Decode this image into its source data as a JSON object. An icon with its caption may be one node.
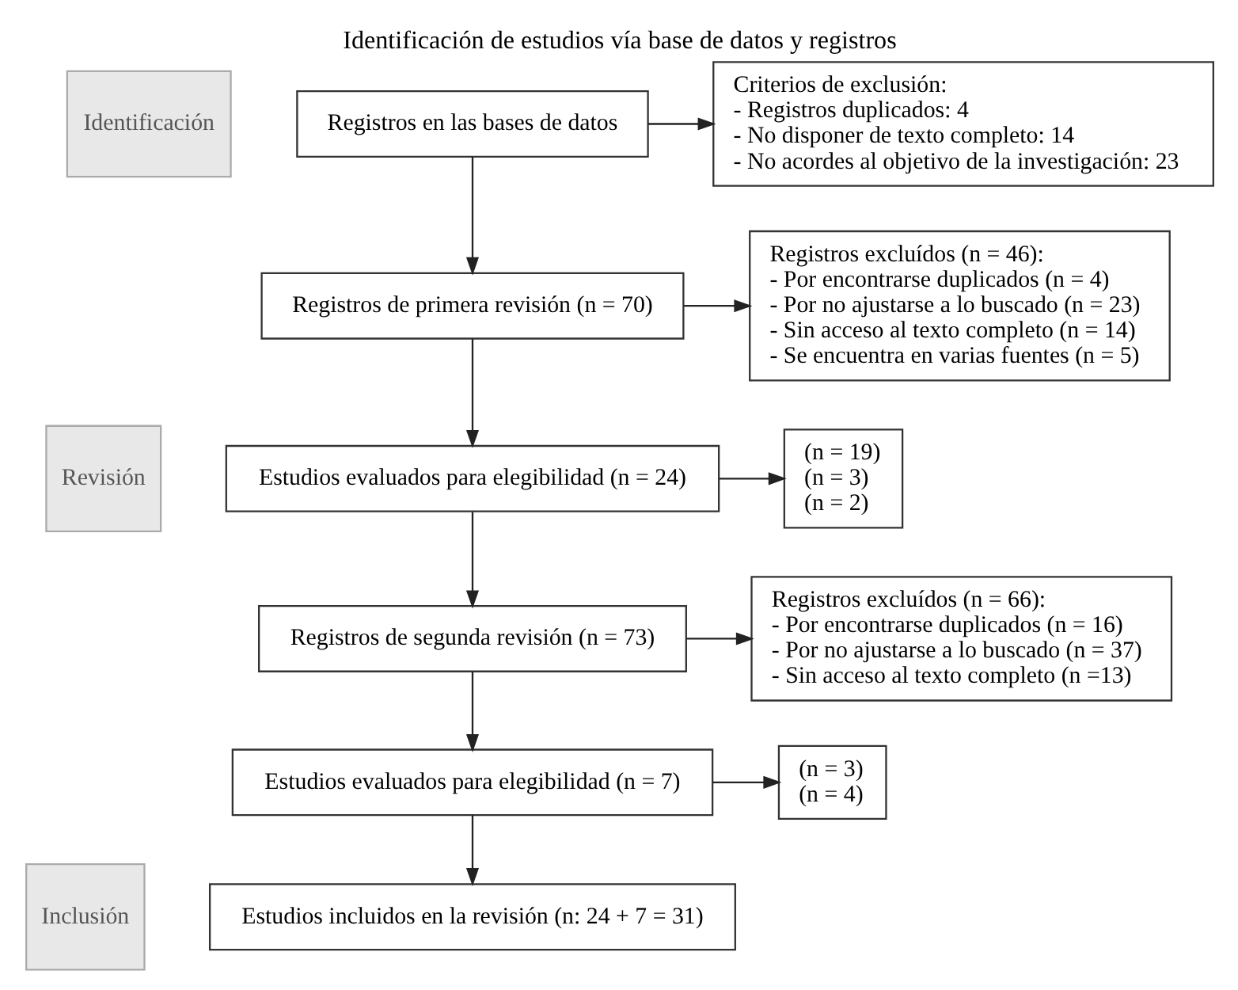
{
  "diagram": {
    "title": "Identificación de estudios vía base de datos y registros",
    "nodes": [
      {
        "text": [
          "Identificación"
        ]
      },
      {
        "text": [
          "Revisión"
        ]
      },
      {
        "text": [
          "Inclusión"
        ]
      },
      {
        "text": [
          "Registros en las bases de datos"
        ]
      },
      {
        "text": [
          "Criterios de exclusión:",
          "- Registros duplicados: 4",
          "- No disponer de texto completo: 14",
          "- No acordes al objetivo de la investigación: 23"
        ]
      },
      {
        "text": [
          "Registros de primera revisión (n = 70)"
        ]
      },
      {
        "text": [
          "Registros excluídos (n = 46):",
          "- Por encontrarse duplicados (n = 4)",
          "- Por no ajustarse a lo buscado (n = 23)",
          "- Sin acceso al texto completo (n = 14)",
          "- Se encuentra en varias fuentes (n = 5)"
        ]
      },
      {
        "text": [
          "Estudios evaluados para elegibilidad (n = 24)"
        ]
      },
      {
        "text": [
          "(n = 19)",
          "(n = 3)",
          "(n = 2)"
        ]
      },
      {
        "text": [
          "Registros de segunda revisión (n = 73)"
        ]
      },
      {
        "text": [
          "Registros excluídos (n = 66):",
          "- Por encontrarse duplicados (n = 16)",
          "- Por no ajustarse a lo buscado (n = 37)",
          "- Sin acceso al texto completo (n =13)"
        ]
      },
      {
        "text": [
          "Estudios evaluados para elegibilidad (n = 7)"
        ]
      },
      {
        "text": [
          "(n = 3)",
          "(n = 4)"
        ]
      },
      {
        "text": [
          "Estudios incluidos en la revisión (n: 24 + 7 = 31)"
        ]
      }
    ],
    "edges": [
      {
        "from": 3,
        "to": 4,
        "arrow": "to"
      },
      {
        "from": 3,
        "to": 5,
        "arrow": "to"
      },
      {
        "from": 5,
        "to": 6,
        "arrow": "to"
      },
      {
        "from": 5,
        "to": 7,
        "arrow": "to"
      },
      {
        "from": 7,
        "to": 8,
        "arrow": "to"
      },
      {
        "from": 7,
        "to": 9,
        "arrow": "to"
      },
      {
        "from": 9,
        "to": 10,
        "arrow": "to"
      },
      {
        "from": 9,
        "to": 11,
        "arrow": "to"
      },
      {
        "from": 11,
        "to": 12,
        "arrow": "to"
      },
      {
        "from": 11,
        "to": 13,
        "arrow": "to"
      }
    ]
  }
}
